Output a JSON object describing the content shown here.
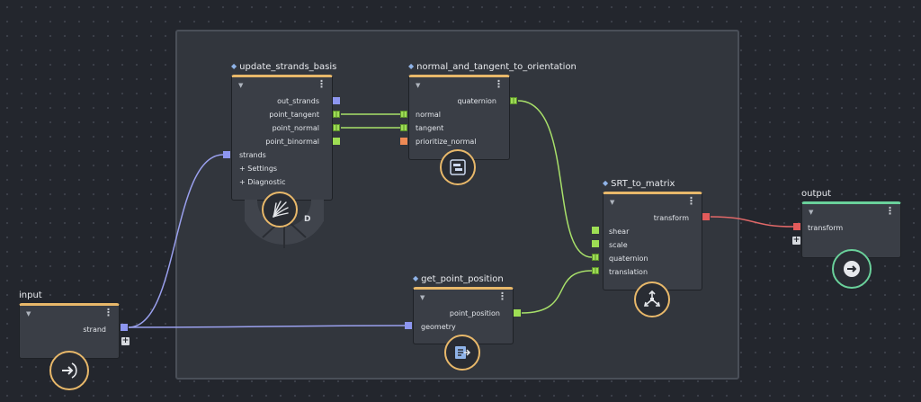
{
  "colors": {
    "background": "#23262d",
    "node_header_accent": "#e8b86a",
    "output_header_accent": "#6ad19b",
    "port_strand": "#8d96f0",
    "port_vector": "#9ede54",
    "port_bool": "#ee8a55",
    "port_matrix": "#e25b5b"
  },
  "nodes": {
    "update_strands_basis": {
      "title": "update_strands_basis",
      "outputs": [
        "out_strands",
        "point_tangent",
        "point_normal",
        "point_binormal"
      ],
      "inputs": [
        "strands"
      ],
      "groups": [
        "Settings",
        "Diagnostic"
      ],
      "badge": "D",
      "icon": "strand-fan-icon"
    },
    "normal_and_tangent_to_orientation": {
      "title": "normal_and_tangent_to_orientation",
      "outputs": [
        "quaternion"
      ],
      "inputs": [
        "normal",
        "tangent",
        "prioritize_normal"
      ],
      "icon": "convert-node-icon"
    },
    "srt_to_matrix": {
      "title": "SRT_to_matrix",
      "outputs": [
        "transform"
      ],
      "inputs": [
        "shear",
        "scale",
        "quaternion",
        "translation"
      ],
      "icon": "transform-axes-icon"
    },
    "get_point_position": {
      "title": "get_point_position",
      "outputs": [
        "point_position"
      ],
      "inputs": [
        "geometry"
      ],
      "icon": "list-arrow-icon"
    },
    "input": {
      "title": "input",
      "outputs": [
        "strand"
      ],
      "icon": "input-arrow-icon"
    },
    "output": {
      "title": "output",
      "inputs": [
        "transform"
      ],
      "icon": "output-arrow-icon"
    }
  },
  "symbols": {
    "menu": "⋮",
    "expand": "▼",
    "group_plus": "+",
    "add_port": "+",
    "pin": "◆"
  }
}
